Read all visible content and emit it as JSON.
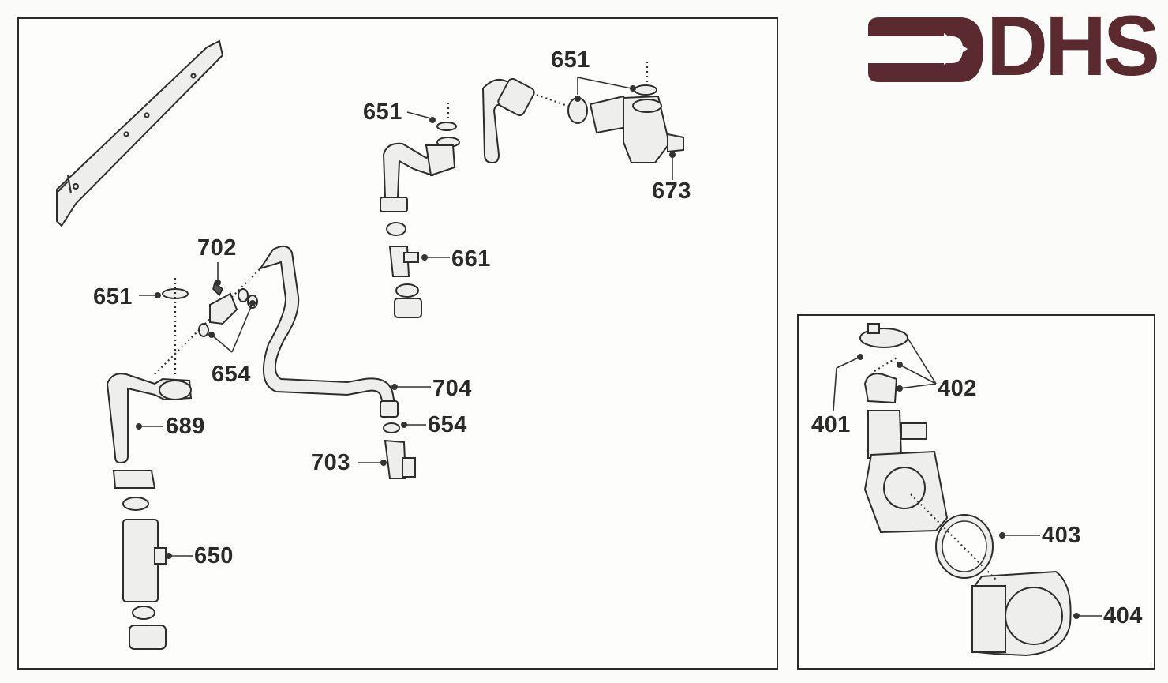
{
  "logo": {
    "text": "DHS",
    "color": "#5a2a30"
  },
  "main_labels": [
    {
      "id": "lbl-651-a",
      "text": "651"
    },
    {
      "id": "lbl-651-b",
      "text": "651"
    },
    {
      "id": "lbl-673",
      "text": "673"
    },
    {
      "id": "lbl-661",
      "text": "661"
    },
    {
      "id": "lbl-702",
      "text": "702"
    },
    {
      "id": "lbl-651-c",
      "text": "651"
    },
    {
      "id": "lbl-654-a",
      "text": "654"
    },
    {
      "id": "lbl-704",
      "text": "704"
    },
    {
      "id": "lbl-654-b",
      "text": "654"
    },
    {
      "id": "lbl-689",
      "text": "689"
    },
    {
      "id": "lbl-703",
      "text": "703"
    },
    {
      "id": "lbl-650",
      "text": "650"
    }
  ],
  "pump_labels": [
    {
      "id": "lbl-402",
      "text": "402"
    },
    {
      "id": "lbl-401",
      "text": "401"
    },
    {
      "id": "lbl-403",
      "text": "403"
    },
    {
      "id": "lbl-404",
      "text": "404"
    }
  ]
}
